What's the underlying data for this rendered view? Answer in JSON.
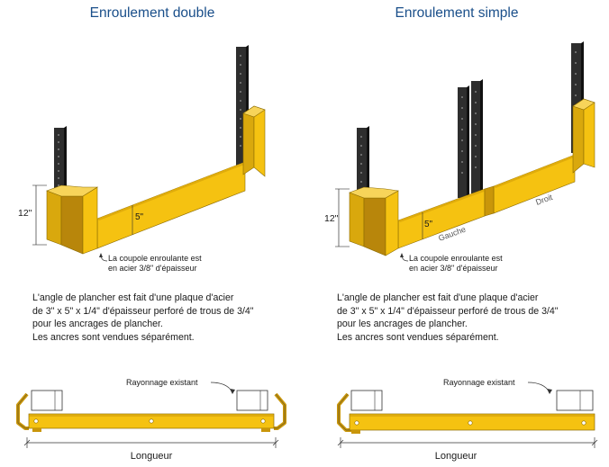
{
  "double": {
    "title": "Enroulement double",
    "dim_height": "12\"",
    "dim_width": "5\"",
    "callout_lines": [
      "La coupole enroulante est",
      "en acier 3/8\" d'épaisseur"
    ],
    "description_lines": [
      "L'angle de plancher est fait d'une plaque d'acier",
      "de 3\" x 5\" x 1/4\" d'épaisseur perforé de trous de 3/4\"",
      "pour les ancrages de plancher.",
      "Les ancres sont vendues séparément."
    ],
    "existing_racking_label": "Rayonnage existant",
    "length_label": "Longueur"
  },
  "simple": {
    "title": "Enroulement simple",
    "dim_height": "12\"",
    "dim_width": "5\"",
    "left_label": "Gauche",
    "right_label": "Droit",
    "callout_lines": [
      "La coupole enroulante est",
      "en acier 3/8\" d'épaisseur"
    ],
    "description_lines": [
      "L'angle de plancher est fait d'une plaque d'acier",
      "de 3\" x 5\" x 1/4\" d'épaisseur perforé de trous de 3/4\"",
      "pour les ancrages de plancher.",
      "Les ancres sont vendues séparément."
    ],
    "existing_racking_label": "Rayonnage existant",
    "length_label": "Longueur"
  },
  "colors": {
    "yellow": "#f5c211",
    "yellow_dark": "#c9960a",
    "yellow_face": "#b8860b",
    "upright": "#2e2e2e",
    "title_blue": "#1a4f8a"
  }
}
